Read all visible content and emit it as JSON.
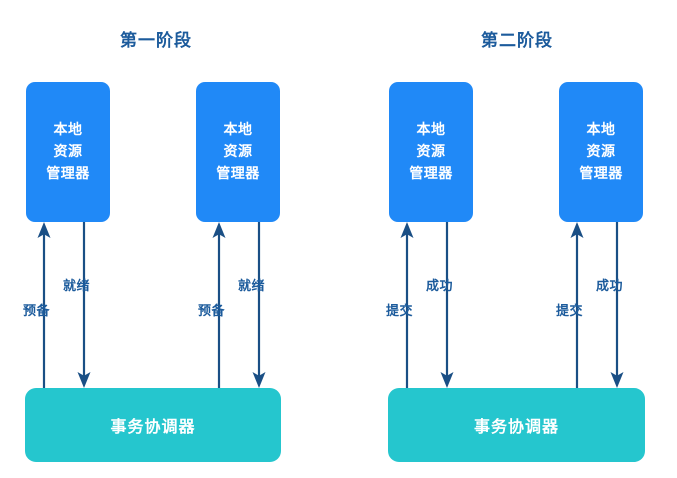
{
  "diagram": {
    "title_left": "第一阶段",
    "title_right": "第二阶段",
    "colors": {
      "background": "#ffffff",
      "resource_manager": "#2089f7",
      "coordinator": "#25c6ce",
      "arrow": "#1a4f85",
      "title_text": "#1c5b9c",
      "box_text": "#ffffff"
    },
    "phases": [
      {
        "name": "第一阶段",
        "coordinator": {
          "label": "事务协调器"
        },
        "participants": [
          {
            "label_lines": [
              "本地",
              "资源",
              "管理器"
            ],
            "up_label": "预备",
            "down_label": "就绪"
          },
          {
            "label_lines": [
              "本地",
              "资源",
              "管理器"
            ],
            "up_label": "预备",
            "down_label": "就绪"
          }
        ]
      },
      {
        "name": "第二阶段",
        "coordinator": {
          "label": "事务协调器"
        },
        "participants": [
          {
            "label_lines": [
              "本地",
              "资源",
              "管理器"
            ],
            "up_label": "提交",
            "down_label": "成功"
          },
          {
            "label_lines": [
              "本地",
              "资源",
              "管理器"
            ],
            "up_label": "提交",
            "down_label": "成功"
          }
        ]
      }
    ]
  }
}
